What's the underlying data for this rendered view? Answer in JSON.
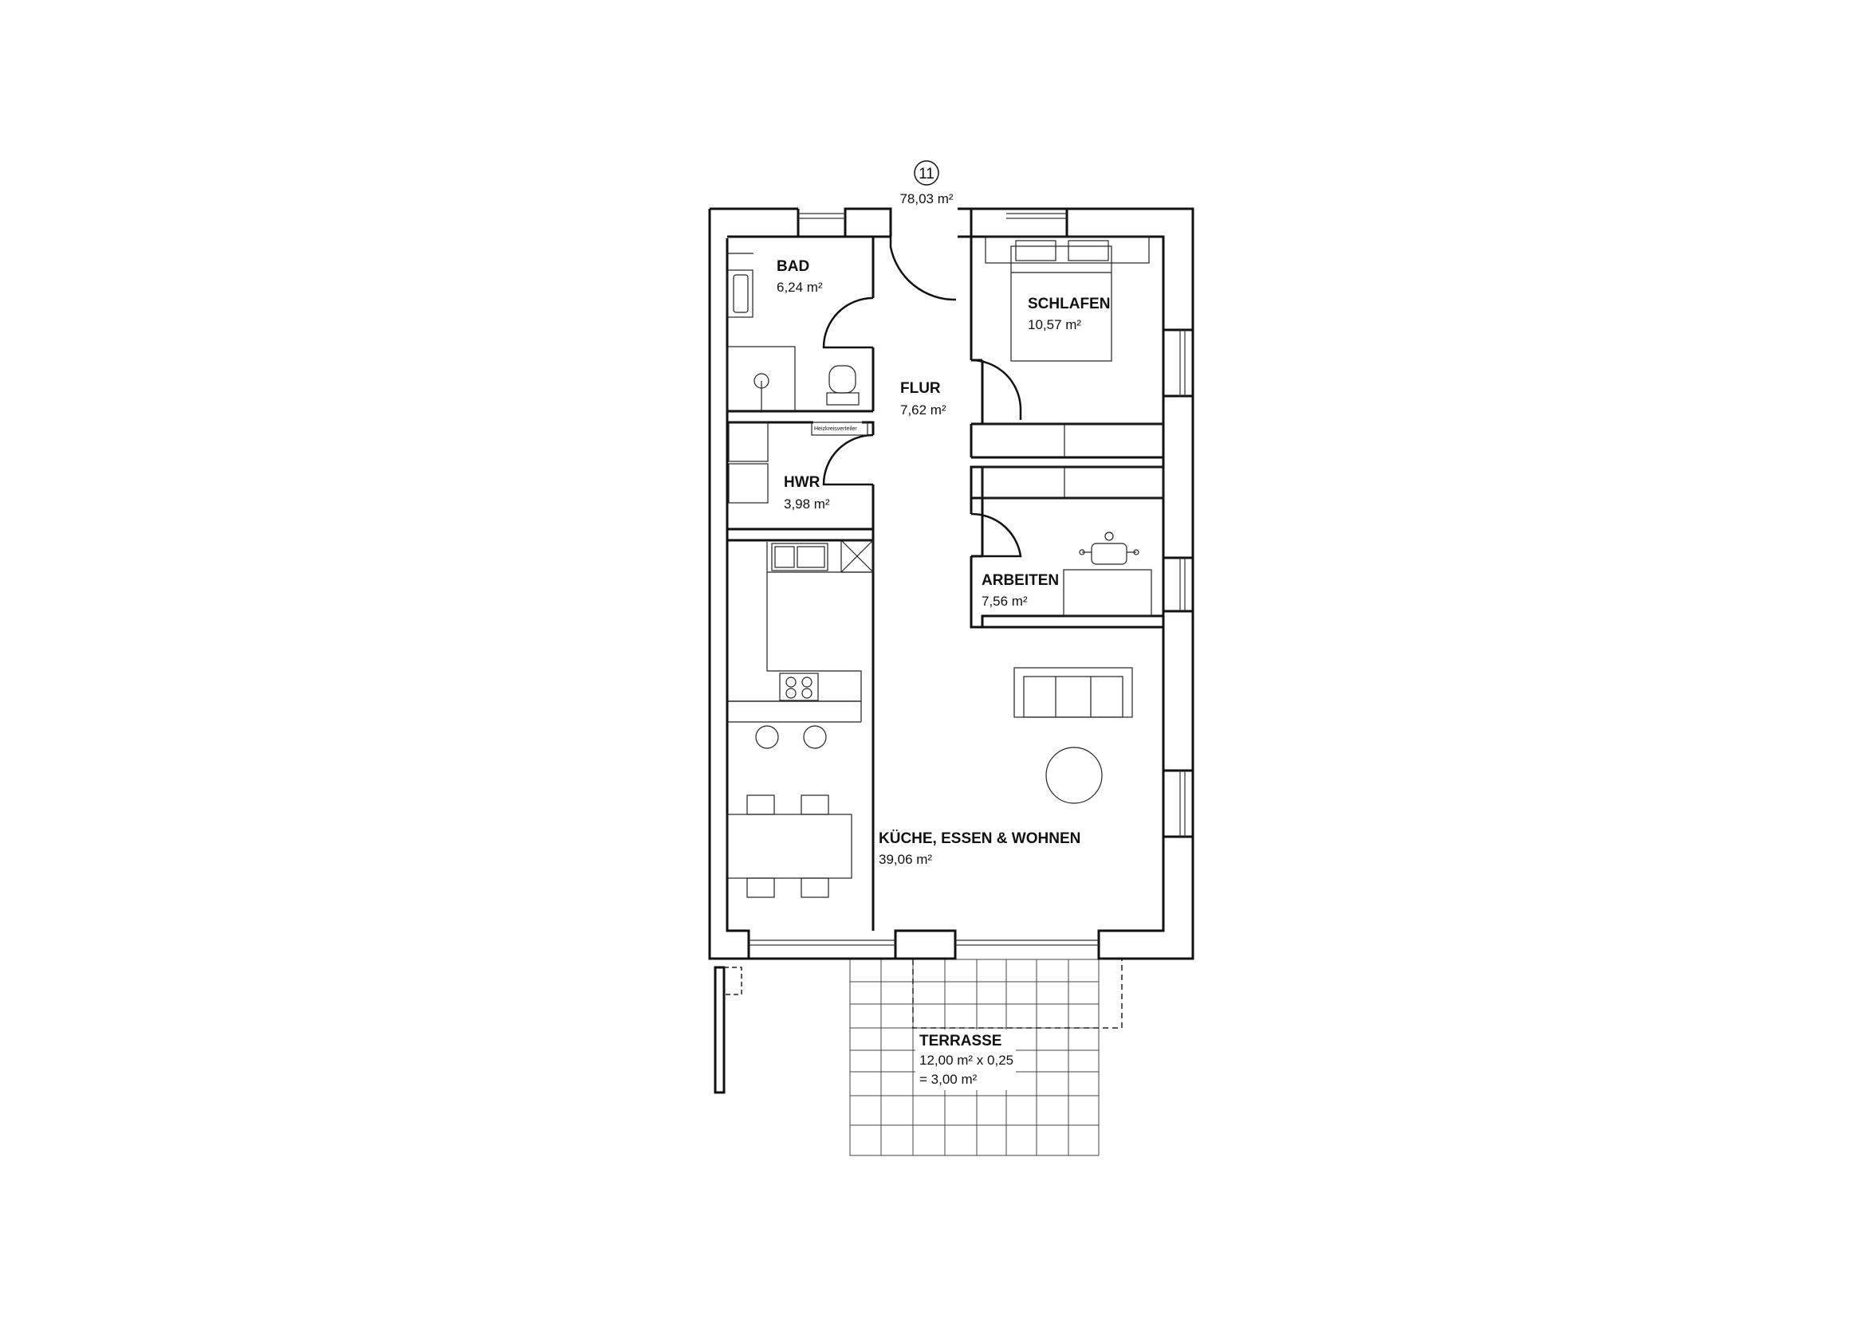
{
  "unit": {
    "number": "11",
    "total_area": "78,03 m²"
  },
  "rooms": {
    "bad": {
      "name": "BAD",
      "area": "6,24 m²"
    },
    "flur": {
      "name": "FLUR",
      "area": "7,62 m²"
    },
    "hwr": {
      "name": "HWR",
      "area": "3,98 m²"
    },
    "schlafen": {
      "name": "SCHLAFEN",
      "area": "10,57 m²"
    },
    "arbeiten": {
      "name": "ARBEITEN",
      "area": "7,56 m²"
    },
    "wohnen": {
      "name": "KÜCHE, ESSEN & WOHNEN",
      "area": "39,06 m²"
    }
  },
  "terrace": {
    "name": "TERRASSE",
    "calc": "12,00 m² x 0,25",
    "result": "= 3,00 m²"
  },
  "fixtures": {
    "heating_distributor": "Heizkreisverteiler"
  }
}
